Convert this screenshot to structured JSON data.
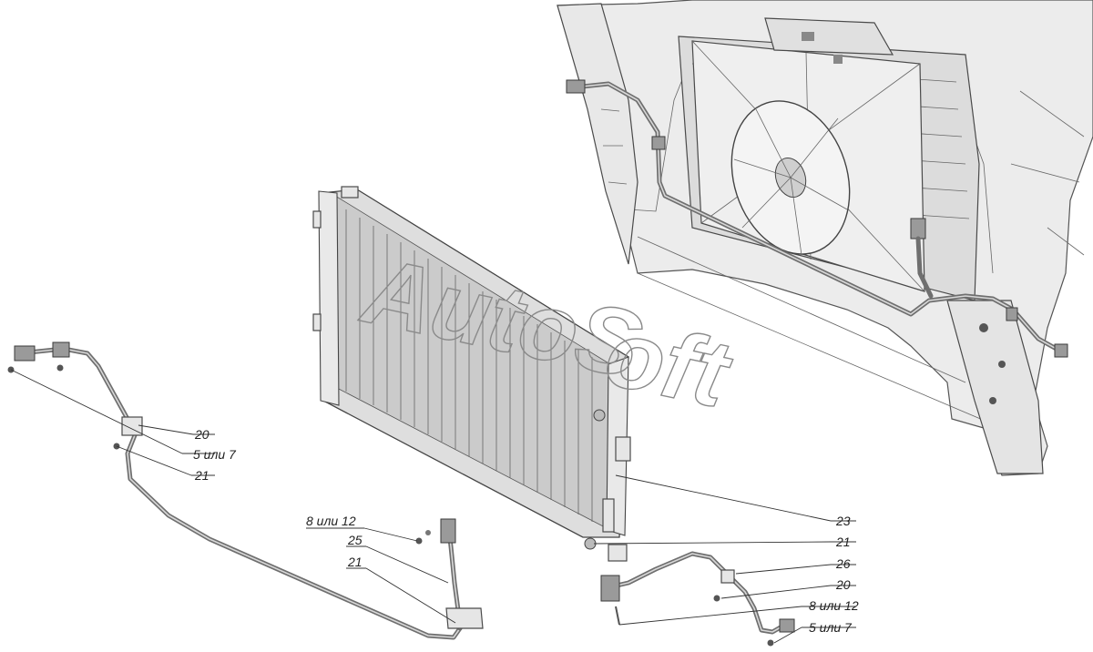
{
  "watermark": {
    "line1": "AutoS",
    "line2": "oft"
  },
  "callouts": [
    {
      "id": "c20a",
      "text": "20"
    },
    {
      "id": "c5a",
      "text": "5 или 7"
    },
    {
      "id": "c21a",
      "text": "21"
    },
    {
      "id": "c8a",
      "text": "8 или 12"
    },
    {
      "id": "c25",
      "text": "25"
    },
    {
      "id": "c21b",
      "text": "21"
    },
    {
      "id": "c23",
      "text": "23"
    },
    {
      "id": "c21c",
      "text": "21"
    },
    {
      "id": "c26",
      "text": "26"
    },
    {
      "id": "c20b",
      "text": "20"
    },
    {
      "id": "c8b",
      "text": "8 или 12"
    },
    {
      "id": "c5b",
      "text": "5 или 7"
    }
  ]
}
